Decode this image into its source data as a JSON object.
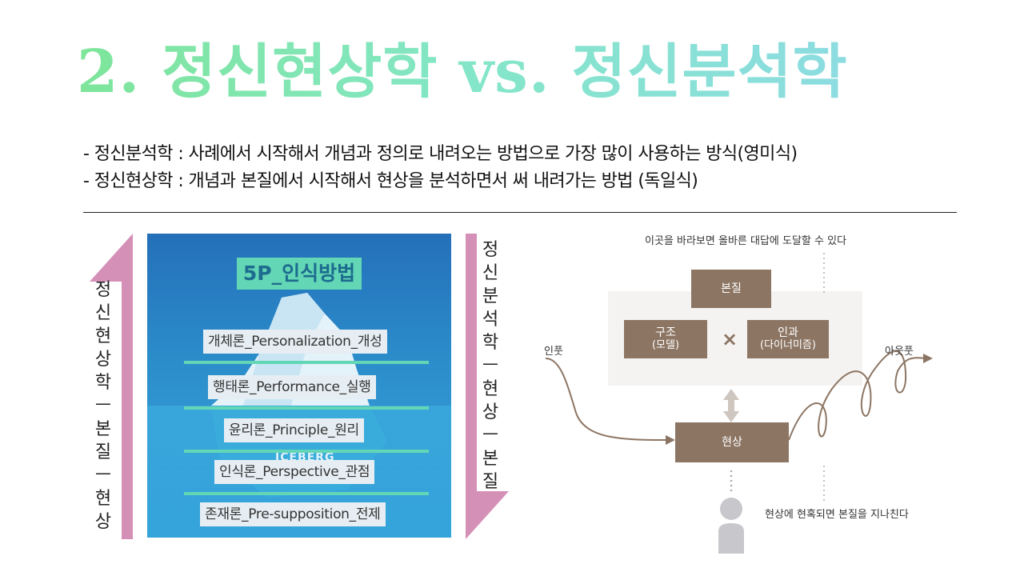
{
  "title": "2. 정신현상학 vs. 정신분석학",
  "bullets": [
    "- 정신분석학 : 사례에서 시작해서 개념과 정의로 내려오는 방법으로 가장 많이 사용하는 방식(영미식)",
    "- 정신현상학 : 개념과 본질에서 시작해서 현상을 분석하면서 써 내려가는 방법 (독일식)"
  ],
  "left_bar_text": "정신현상학ㅡ본질ㅡ현상",
  "right_bar_text": "정신분석학ㅡ현상ㅡ본질",
  "iceberg": {
    "title": "5P_인식방법",
    "watermark": "ICEBERG",
    "levels": [
      "개체론_Personalization_개성",
      "행태론_Performance_실행",
      "윤리론_Principle_원리",
      "인식론_Perspective_관점",
      "존재론_Pre-supposition_전제"
    ]
  },
  "diagram": {
    "top_note": "이곳을 바라보면 올바른 대답에 도달할 수 있다",
    "essence": "본질",
    "structure": "구조",
    "structure_sub": "(모델)",
    "times": "×",
    "cause": "인과",
    "cause_sub": "(다이너미즘)",
    "input": "인풋",
    "output": "아웃풋",
    "phenomenon": "현상",
    "bottom_note": "현상에 현혹되면 본질을 지나친다"
  },
  "colors": {
    "pink_bar": "#d590b8",
    "diagram_box": "#8c7563",
    "iceberg_line": "#63d6b5"
  }
}
